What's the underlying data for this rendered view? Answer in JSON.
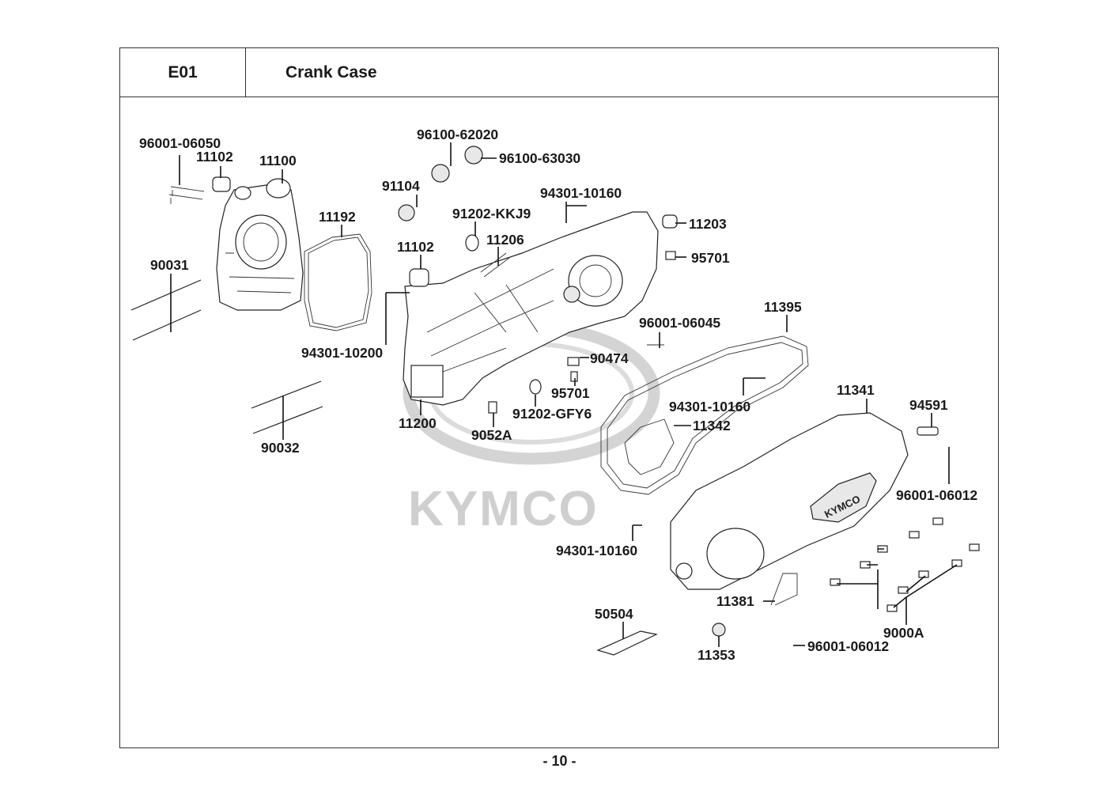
{
  "header": {
    "code": "E01",
    "title": "Crank Case"
  },
  "watermark": "KYMCO",
  "cover_logo": "KYMCO",
  "page_number": "- 10 -",
  "callouts": {
    "p96001_06050": "96001-06050",
    "p11102_a": "11102",
    "p11100": "11100",
    "p96100_62020": "96100-62020",
    "p96100_63030": "96100-63030",
    "p91104": "91104",
    "p94301_10160_a": "94301-10160",
    "p91202_kkj9": "91202-KKJ9",
    "p11206": "11206",
    "p11192": "11192",
    "p11102_b": "11102",
    "p11203": "11203",
    "p95701_a": "95701",
    "p90031": "90031",
    "p11395": "11395",
    "p96001_06045": "96001-06045",
    "p94301_10200": "94301-10200",
    "p90474": "90474",
    "p95701_b": "95701",
    "p91202_gfy6": "91202-GFY6",
    "p94301_10160_b": "94301-10160",
    "p11341": "11341",
    "p94591": "94591",
    "p11200": "11200",
    "p9052a": "9052A",
    "p11342": "11342",
    "p90032": "90032",
    "p96001_06012_a": "96001-06012",
    "p94301_10160_c": "94301-10160",
    "p11381": "11381",
    "p50504": "50504",
    "p9000a": "9000A",
    "p11353": "11353",
    "p96001_06012_b": "96001-06012"
  }
}
